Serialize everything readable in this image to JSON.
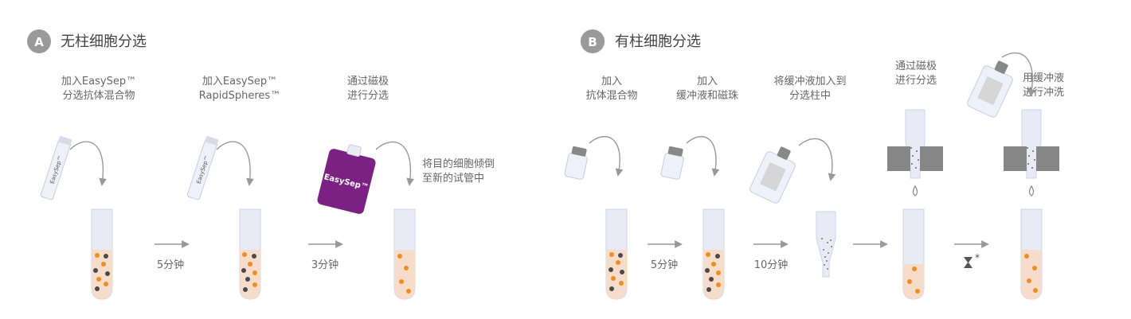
{
  "panels": [
    {
      "badge": "A",
      "title": "无柱细胞分选"
    },
    {
      "badge": "B",
      "title": "有柱细胞分选"
    }
  ],
  "panelA": {
    "steps": [
      {
        "line1": "加入EasySep™",
        "line2": "分选抗体混合物"
      },
      {
        "line1": "加入EasySep™",
        "line2": "RapidSpheres™"
      },
      {
        "line1": "通过磁极",
        "line2": "进行分选"
      }
    ],
    "pour_label": {
      "line1": "将目的细胞倾倒",
      "line2": "至新的试管中"
    },
    "times": [
      "5分钟",
      "3分钟"
    ]
  },
  "panelB": {
    "steps": [
      {
        "line1": "加入",
        "line2": "抗体混合物"
      },
      {
        "line1": "加入",
        "line2": "缓冲液和磁珠"
      },
      {
        "line1": "将缓冲液加入到",
        "line2": "分选柱中"
      },
      {
        "line1": "通过磁极",
        "line2": "进行分选"
      },
      {
        "line1": "用缓冲液",
        "line2": "进行冲洗"
      }
    ],
    "times": [
      "5分钟",
      "10分钟"
    ],
    "asterisk": "*"
  },
  "brand": "EasySep™",
  "colors": {
    "badge": "#9a9a9a",
    "tube_glass": "#e8eaf6",
    "tube_liquid": "#f6dccb",
    "cell_target": "#ef8d22",
    "cell_unwanted": "#4a4a4a",
    "magnet": "#868686",
    "brand_purple": "#7a2183",
    "arrow": "#999999"
  }
}
